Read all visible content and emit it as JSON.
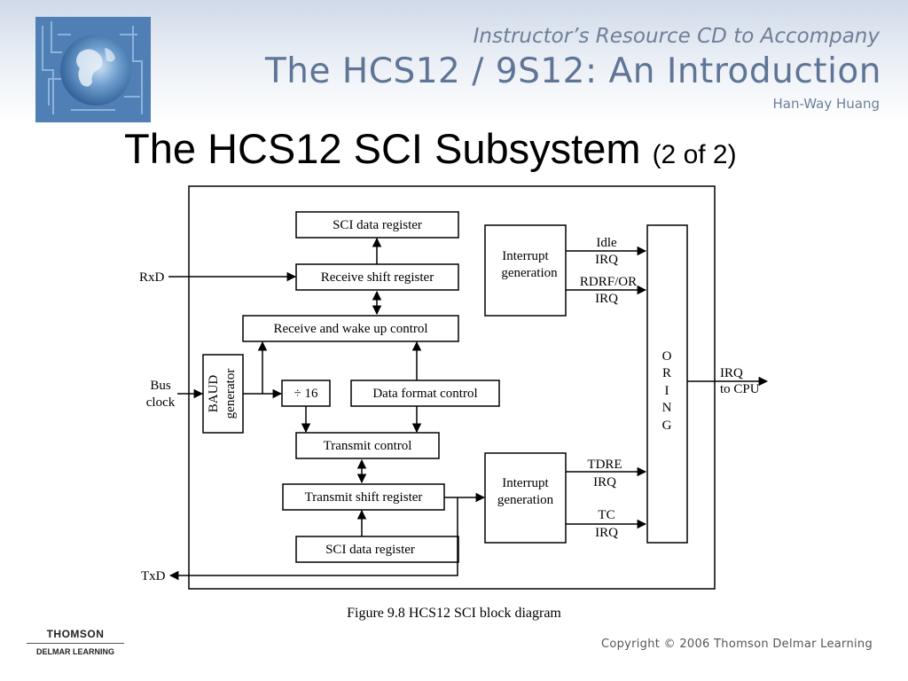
{
  "header": {
    "subtitle": "Instructor’s Resource CD to Accompany",
    "book_title": "The HCS12 / 9S12: An Introduction",
    "author": "Han-Way Huang"
  },
  "slide": {
    "title": "The HCS12 SCI Subsystem",
    "title_suffix": "(2 of 2)"
  },
  "diagram": {
    "blocks": {
      "sci_data_register_top": "SCI data register",
      "receive_shift_register": "Receive shift register",
      "receive_wakeup_control": "Receive and wake up control",
      "baud_generator": [
        "BAUD",
        "generator"
      ],
      "divide_16": "÷ 16",
      "data_format_control": "Data format control",
      "transmit_control": "Transmit control",
      "transmit_shift_register": "Transmit shift register",
      "sci_data_register_bottom": "SCI data register",
      "interrupt_generation_top": [
        "Interrupt",
        "generation"
      ],
      "interrupt_generation_bottom": [
        "Interrupt",
        "generation"
      ],
      "oring": [
        "O",
        "R",
        "I",
        "N",
        "G"
      ]
    },
    "signals": {
      "rxd": "RxD",
      "txd": "TxD",
      "bus_clock": [
        "Bus",
        "clock"
      ],
      "idle_irq": [
        "Idle",
        "IRQ"
      ],
      "rdrf_or_irq": [
        "RDRF/OR",
        "IRQ"
      ],
      "tdre_irq": [
        "TDRE",
        "IRQ"
      ],
      "tc_irq": [
        "TC",
        "IRQ"
      ],
      "irq_to_cpu": [
        "IRQ",
        "to CPU"
      ]
    },
    "caption": "Figure 9.8 HCS12 SCI block diagram"
  },
  "footer": {
    "publisher_top": "THOMSON",
    "publisher_bottom": "DELMAR LEARNING",
    "copyright": "Copyright © 2006 Thomson Delmar Learning"
  }
}
